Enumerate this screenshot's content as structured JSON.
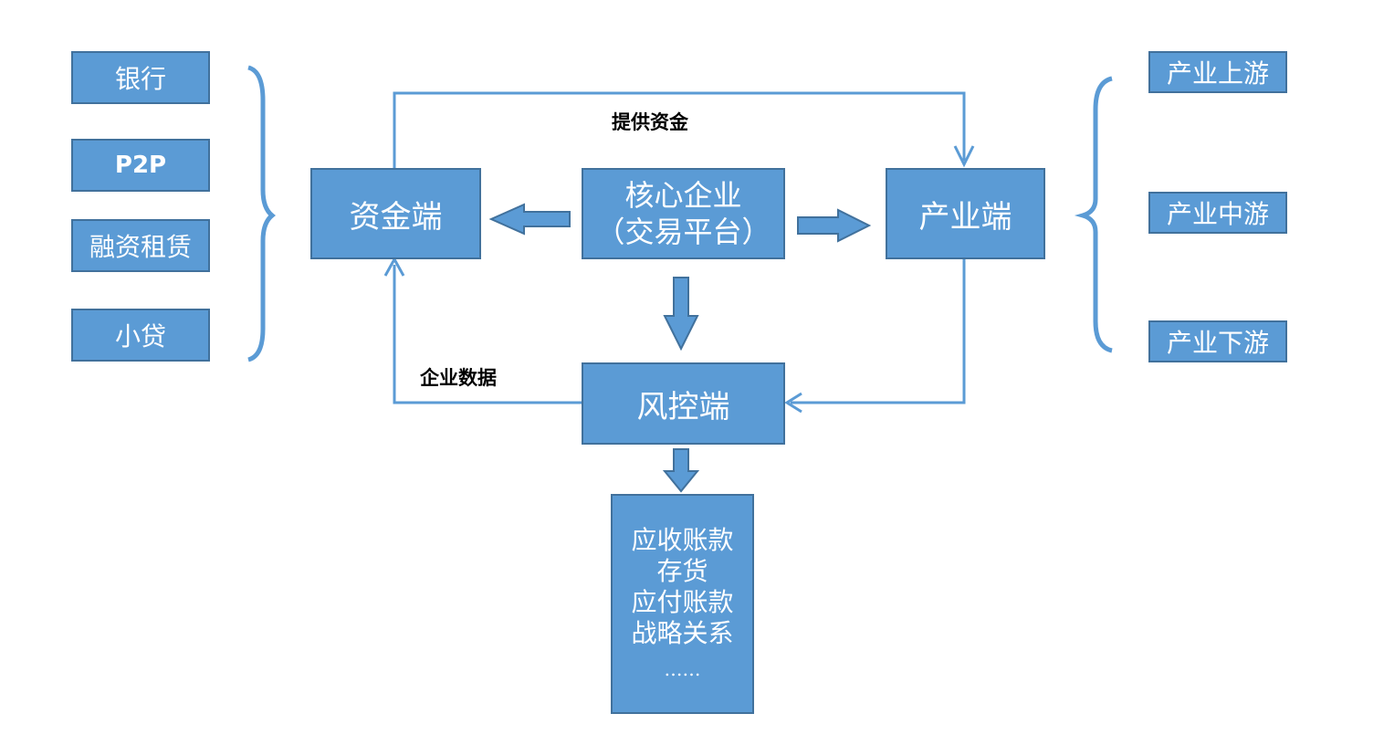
{
  "left_sources": [
    "银行",
    "P2P",
    "融资租赁",
    "小贷"
  ],
  "right_segments": [
    "产业上游",
    "产业中游",
    "产业下游"
  ],
  "nodes": {
    "funding": "资金端",
    "core_line1": "核心企业",
    "core_line2": "（交易平台）",
    "industry": "产业端",
    "risk": "风控端"
  },
  "edge_labels": {
    "provide_funds": "提供资金",
    "enterprise_data": "企业数据"
  },
  "data_items": [
    "应收账款",
    "存货",
    "应付账款",
    "战略关系",
    "……"
  ],
  "colors": {
    "box_fill": "#5b9bd5",
    "box_border": "#41719c",
    "line": "#5b9bd5",
    "text_on_box": "#ffffff"
  }
}
